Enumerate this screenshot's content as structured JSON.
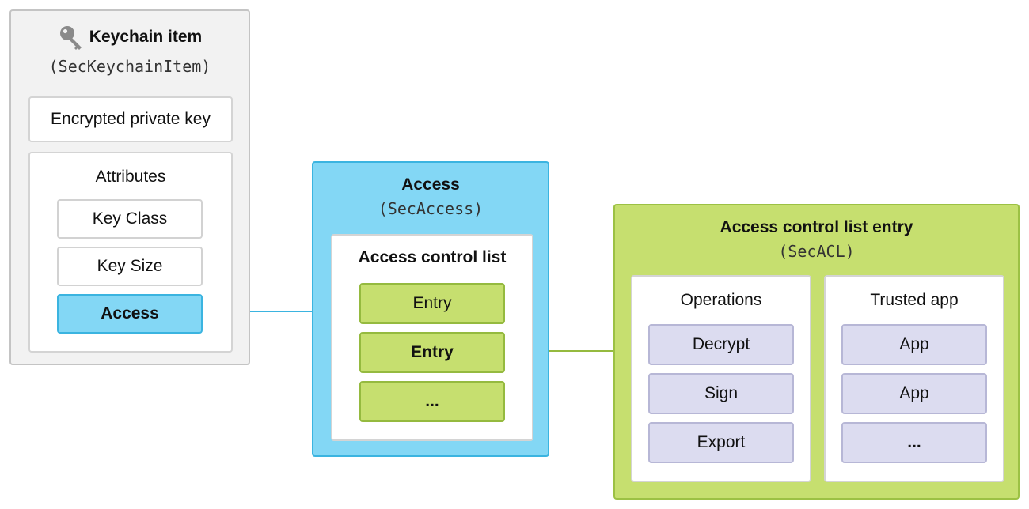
{
  "keychain_item": {
    "title": "Keychain item",
    "type": "(SecKeychainItem)",
    "icon": "key-icon",
    "encrypted_key": "Encrypted private key",
    "attributes": {
      "heading": "Attributes",
      "items": [
        "Key Class",
        "Key Size",
        "Access"
      ]
    }
  },
  "access": {
    "title": "Access",
    "type": "(SecAccess)",
    "acl": {
      "heading": "Access control list",
      "entries": [
        "Entry",
        "Entry",
        "..."
      ]
    }
  },
  "acl_entry": {
    "title": "Access control list entry",
    "type": "(SecACL)",
    "operations": {
      "heading": "Operations",
      "items": [
        "Decrypt",
        "Sign",
        "Export"
      ]
    },
    "trusted_app": {
      "heading": "Trusted app",
      "items": [
        "App",
        "App",
        "..."
      ]
    }
  },
  "colors": {
    "access_blue": "#83d7f5",
    "entry_green": "#c6df6f",
    "operation_lavender": "#dcdcf0"
  }
}
